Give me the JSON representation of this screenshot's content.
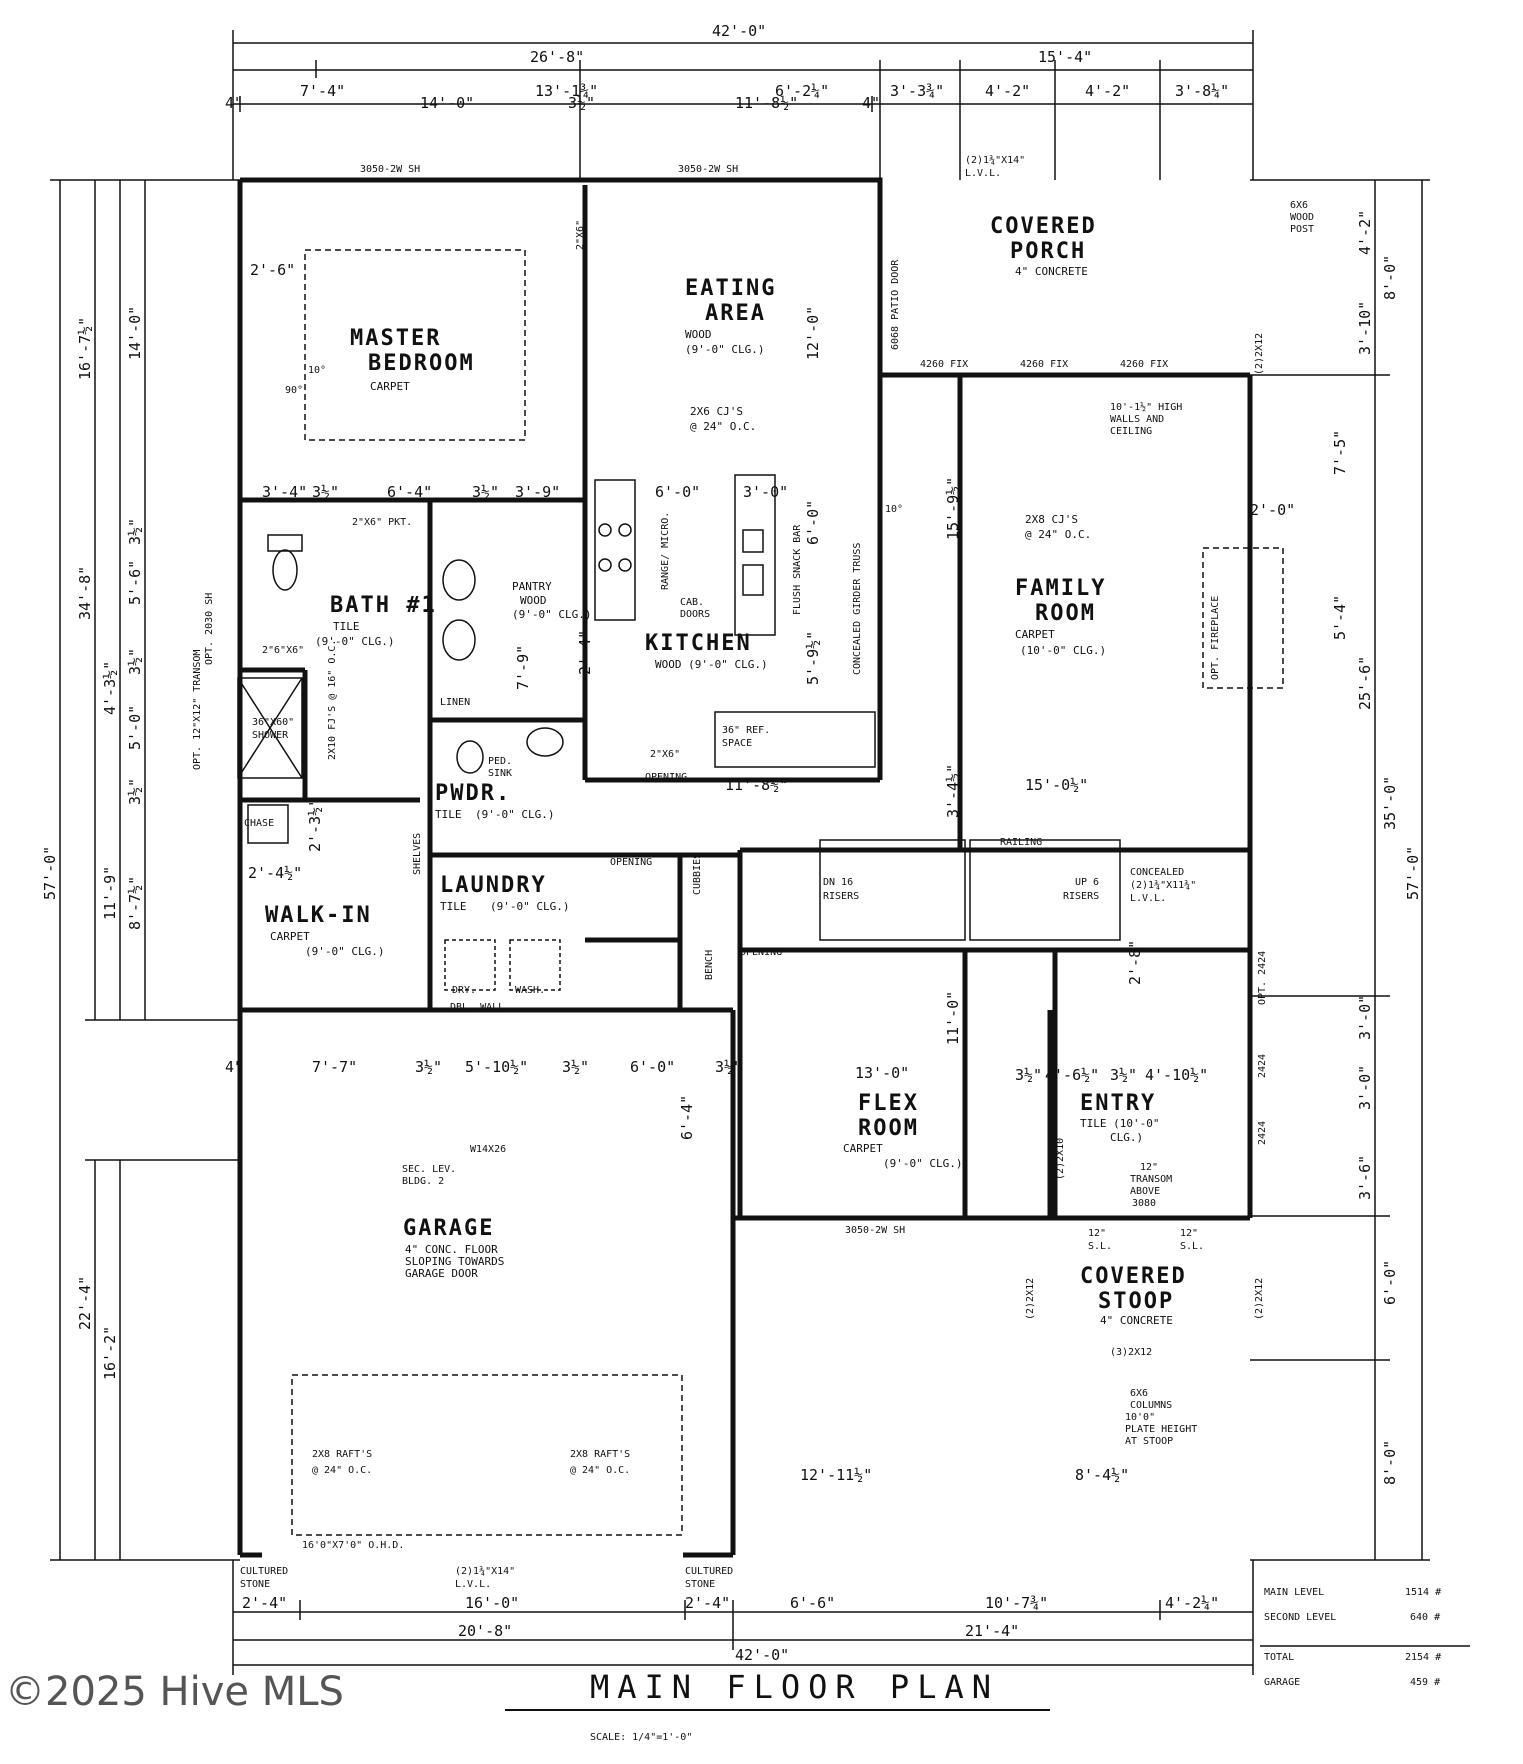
{
  "overall_dims": {
    "top_total": "42'-0\"",
    "top_left": "26'-8\"",
    "top_right": "15'-4\"",
    "left_total": "57'-0\"",
    "right_total": "57'-0\"",
    "bottom_total": "42'-0\"",
    "bottom_left": "20'-8\"",
    "bottom_right": "21'-4\""
  },
  "top_dims": [
    "7'-4\"",
    "13'-1¾\"",
    "6'-2¼\"",
    "3'-3¾\"",
    "4'-2\"",
    "4'-2\"",
    "3'-8¼\""
  ],
  "top_inner": [
    "4\"",
    "14'-0\"",
    "3½\"",
    "11'-8½\"",
    "4\""
  ],
  "left_dims": [
    "16'-7½\"",
    "14'-0\"",
    "34'-8\"",
    "3½\"",
    "5'-6\"",
    "4'-3½\"",
    "3½\"",
    "5'-0\"",
    "3½\"",
    "11'-9\"",
    "8'-7½\"",
    "22'-4\"",
    "16'-2\""
  ],
  "right_dims": [
    "4'-2\"",
    "8'-0\"",
    "3'-10\"",
    "7'-5\"",
    "5'-4\"",
    "25'-6\"",
    "35'-0\"",
    "3'-0\"",
    "3'-0\"",
    "3'-6\"",
    "6'-0\"",
    "8'-0\""
  ],
  "bottom_dims": [
    "2'-4\"",
    "16'-0\"",
    "2'-4\"",
    "6'-6\"",
    "10'-7¾\"",
    "4'-2¼\""
  ],
  "rooms": {
    "master": {
      "name1": "MASTER",
      "name2": "BEDROOM",
      "floor": "CARPET"
    },
    "eating": {
      "name1": "EATING",
      "name2": "AREA",
      "floor": "WOOD",
      "ceiling": "(9'-0\" CLG.)",
      "joists": "2X6 CJ'S",
      "spacing": "@ 24\" O.C."
    },
    "porch": {
      "name1": "COVERED",
      "name2": "PORCH",
      "floor": "4\" CONCRETE"
    },
    "family": {
      "name1": "FAMILY",
      "name2": "ROOM",
      "floor": "CARPET",
      "ceiling": "(10'-0\" CLG.)",
      "joists": "2X8 CJ'S",
      "spacing": "@ 24\" O.C."
    },
    "bath": {
      "name": "BATH #1",
      "floor": "TILE",
      "ceiling": "(9'-0\" CLG.)"
    },
    "kitchen": {
      "name": "KITCHEN",
      "floor": "WOOD (9'-0\" CLG.)"
    },
    "pantry": {
      "name": "PANTRY",
      "floor": "WOOD",
      "ceiling": "(9'-0\" CLG.)"
    },
    "pwdr": {
      "name": "PWDR.",
      "floor": "TILE",
      "ceiling": "(9'-0\" CLG.)"
    },
    "laundry": {
      "name": "LAUNDRY",
      "floor": "TILE",
      "ceiling": "(9'-0\" CLG.)"
    },
    "walkin": {
      "name": "WALK-IN",
      "floor": "CARPET",
      "ceiling": "(9'-0\" CLG.)"
    },
    "flex": {
      "name1": "FLEX",
      "name2": "ROOM",
      "floor": "CARPET",
      "ceiling": "(9'-0\" CLG.)"
    },
    "entry": {
      "name": "ENTRY",
      "floor": "TILE (10'-0\"",
      "ceiling": "CLG.)"
    },
    "stoop": {
      "name1": "COVERED",
      "name2": "STOOP",
      "floor": "4\" CONCRETE"
    },
    "garage": {
      "name": "GARAGE",
      "note1": "4\" CONC. FLOOR",
      "note2": "SLOPING TOWARDS",
      "note3": "GARAGE DOOR"
    }
  },
  "labels": {
    "win_master": "3050-2W SH",
    "win_eating": "3050-2W SH",
    "win_flex": "3050-2W SH",
    "porch_beam": "(2)1¾\"X14\"",
    "porch_beam2": "L.V.L.",
    "post": "6X6",
    "post2": "WOOD",
    "post3": "POST",
    "fix1": "4260 FIX",
    "fix2": "4260 FIX",
    "fix3": "4260 FIX",
    "slider": "6068 PATIO DOOR",
    "high_walls": "10'-1½\" HIGH",
    "high_walls2": "WALLS AND",
    "high_walls3": "CEILING",
    "fireplace": "OPT. FIREPLACE",
    "fp_dim": "2'-0\"",
    "range": "RANGE/ MICRO.",
    "snack": "FLUSH SNACK BAR",
    "cab": "CAB.",
    "cab2": "DOORS",
    "ref": "36\" REF.",
    "ref2": "SPACE",
    "linen": "LINEN",
    "shower": "36\"X60\"",
    "shower2": "SHOWER",
    "transom": "OPT. 12\"X12\" TRANSOM",
    "opt_win": "OPT. 2030 SH",
    "chase": "CHASE",
    "shelves": "SHELVES",
    "bench": "BENCH",
    "cubbies": "CUBBIES",
    "dry": "DRY.",
    "wash": "WASH.",
    "dbl_wall": "DBL. WALL",
    "ped_sink": "PED.",
    "ped_sink2": "SINK",
    "opening1": "2\"X6\"",
    "opening": "OPENING",
    "dn": "DN 16",
    "risers": "RISERS",
    "up": "UP 6",
    "risers2": "RISERS",
    "railing": "RAILING",
    "concealed": "CONCEALED",
    "concealed2": "(2)1¾\"X11¾\"",
    "concealed3": "L.V.L.",
    "girder": "CONCEALED GIRDER TRUSS",
    "fj1": "2X10 FJ'S @ 16\" O.C.",
    "beam_w": "W14X26",
    "beam_w2": "SEC. LEV.",
    "beam_w3": "BLDG. 2",
    "raft1": "2X8 RAFT'S",
    "raft_sp": "@ 24\" O.C.",
    "raft2": "2X8 RAFT'S",
    "raft_sp2": "@ 24\" O.C.",
    "gdoor": "16'0\"X7'0\" O.H.D.",
    "gbeam": "(2)1¾\"X14\"",
    "gbeam2": "L.V.L.",
    "stone1": "CULTURED",
    "stone1b": "STONE",
    "stone2": "CULTURED",
    "stone2b": "STONE",
    "stoop_beam": "(3)2X12",
    "cols": "6X6",
    "cols2": "COLUMNS",
    "plate": "10'0\"",
    "plate2": "PLATE HEIGHT",
    "plate3": "AT STOOP",
    "transom_e": "12\"",
    "transom_e2": "TRANSOM",
    "transom_e3": "ABOVE",
    "transom_e4": "3080",
    "sl1": "12\"",
    "sl1b": "S.L.",
    "sl2": "12\"",
    "sl2b": "S.L.",
    "win2424a": "OPT. 2424",
    "win2424b": "2424",
    "win2424c": "2424",
    "hdr2x12a": "(2)2X12",
    "hdr2x12b": "(2)2X12",
    "hdr2x12c": "(2)2X12",
    "hdr2x10": "(2)2X10",
    "door_2x6": "2\"X6\"",
    "pkt": "2\"X6\" PKT.",
    "bath_door": "2\"6\"X6\"",
    "mid_dims_a": "3'-4\"",
    "mid_dims_b": "3½\"",
    "mid_dims_c": "6'-4\"",
    "mid_dims_d": "3½\"",
    "mid_dims_e": "3'-9\"",
    "kit_6": "6'-0\"",
    "kit_3": "3'-0\"",
    "kit_dim": "6'-0\"",
    "kit_v": "5'-9½\"",
    "kit_v2": "2'-4\"",
    "pantry_v": "7'-9\"",
    "eat_v": "12'-0\"",
    "fam_v": "15'-9½\"",
    "hall_h": "11'-8½\"",
    "hall_h2": "15'-0½\"",
    "hall_v": "3'-4½\"",
    "gar_dims": [
      "4\"",
      "7'-7\"",
      "3½\"",
      "5'-10½\"",
      "3½\"",
      "6'-0\"",
      "3½\""
    ],
    "ent_dims": [
      "3½\"",
      "4'-6½\"",
      "3½\"",
      "4'-10½\""
    ],
    "flex_h": "13'-0\"",
    "flex_v": "11'-0\"",
    "ent_v": "2'-8\"",
    "gar_v": "6'-4\"",
    "lower_h": "12'-11½\"",
    "lower_h2": "8'-4½\"",
    "wi_dim": "2'-4½\"",
    "wi_dim2": "2'-3½\"",
    "deg90": "90°",
    "deg10": "10°",
    "deg10b": "10°",
    "mb_dim": "2'-6\""
  },
  "areas": {
    "main_label": "MAIN LEVEL",
    "main_val": "1514 #",
    "second_label": "SECOND LEVEL",
    "second_val": "640 #",
    "total_label": "TOTAL",
    "total_val": "2154 #",
    "garage_label": "GARAGE",
    "garage_val": "459 #"
  },
  "title": "MAIN FLOOR PLAN",
  "scale": "SCALE: 1/4\"=1'-0\"",
  "watermark": "©2025 Hive MLS"
}
